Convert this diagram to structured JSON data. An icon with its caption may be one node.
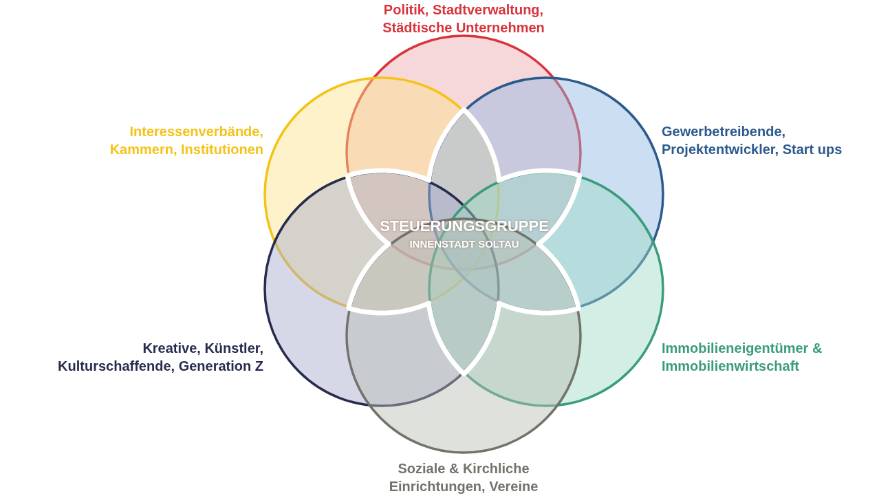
{
  "diagram": {
    "nodes": [
      {
        "text": [
          "Politik, Stadtverwaltung, Städtische Unternehmen"
        ]
      },
      {
        "text": [
          "Interessenverbände, Kammern, Institutionen"
        ]
      },
      {
        "text": [
          "Gewerbetreibende, Projektentwickler, Start ups"
        ]
      },
      {
        "text": [
          "STEUERUNGSGRUPPE",
          "INNENSTADT SOLTAU"
        ]
      },
      {
        "text": [
          "Kreative, Künstler, Kulturschaffende, Generation Z"
        ]
      },
      {
        "text": [
          "Immobilieneigentümer & Immobilienwirtschaft"
        ]
      },
      {
        "text": [
          "Soziale & Kirchliche Einrichtungen, Vereine"
        ]
      }
    ]
  }
}
